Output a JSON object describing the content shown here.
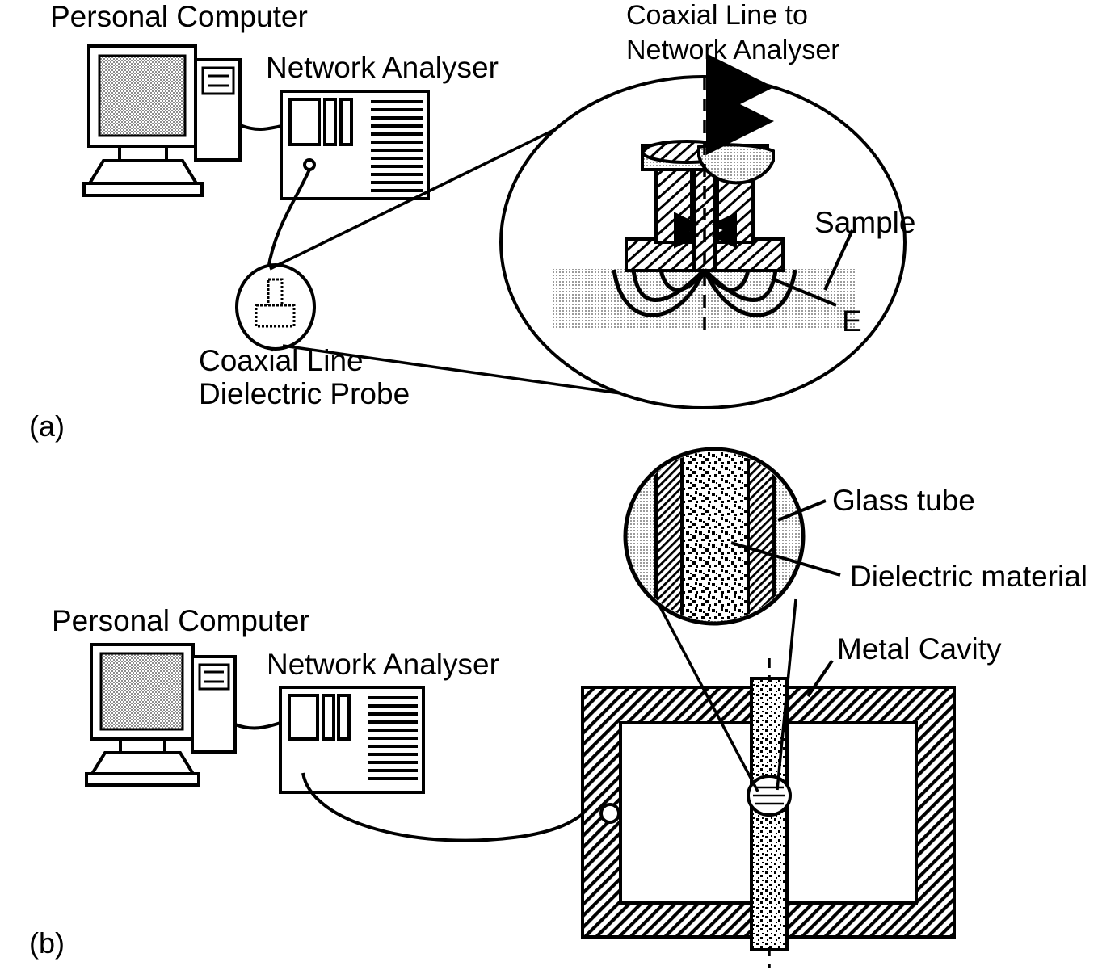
{
  "figure": {
    "type": "schematic-diagram",
    "description": "Two measurement setups for dielectric characterisation",
    "panels": [
      {
        "tag": "(a)",
        "name": "coaxial-probe-setup",
        "labels": [
          "Personal Computer",
          "Network Analyser",
          "Coaxial Line to Network Analyser",
          "Coaxial Line Dielectric Probe",
          "Sample",
          "E"
        ]
      },
      {
        "tag": "(b)",
        "name": "cavity-perturbation-setup",
        "labels": [
          "Personal Computer",
          "Network Analyser",
          "Glass tube",
          "Dielectric material",
          "Metal Cavity"
        ]
      }
    ]
  },
  "panel_a": {
    "tag": "(a)",
    "computer_label": "Personal Computer",
    "analyser_label": "Network Analyser",
    "coax_label_line1": "Coaxial Line to",
    "coax_label_line2": "Network Analyser",
    "probe_label_line1": "Coaxial Line",
    "probe_label_line2": "Dielectric Probe",
    "sample_label": "Sample",
    "field_label": "E"
  },
  "panel_b": {
    "tag": "(b)",
    "computer_label": "Personal Computer",
    "analyser_label": "Network Analyser",
    "glass_tube_label": "Glass tube",
    "dielectric_label": "Dielectric material",
    "metal_cavity_label": "Metal Cavity"
  },
  "colors": {
    "ink": "#000000",
    "paper": "#ffffff",
    "screen_gray": "#b4b4b4",
    "sample_gray": "#c8c8c8",
    "magnifier_gray": "#d2d2d2",
    "metal_gray": "#bebebe"
  }
}
